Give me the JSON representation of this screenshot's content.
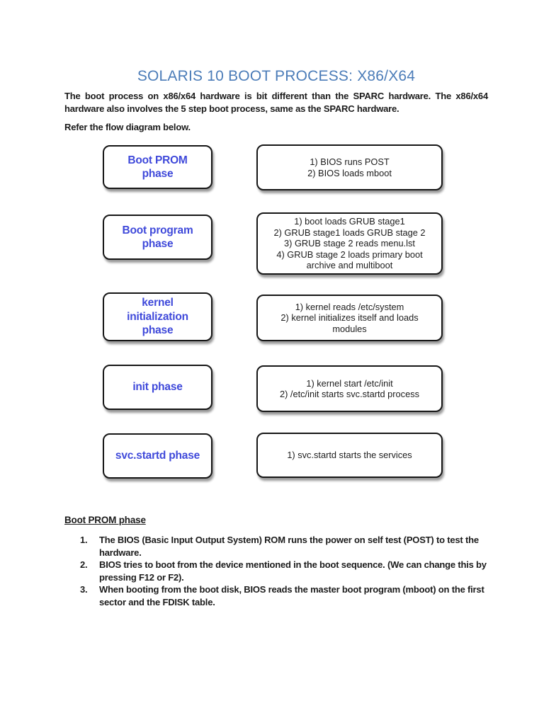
{
  "colors": {
    "title_blue": "#4b7cb8",
    "phase_blue": "#3f49da",
    "ink": "#1b1b1b"
  },
  "doc": {
    "title": "SOLARIS 10 BOOT PROCESS: X86/X64",
    "intro": "The boot process on x86/x64 hardware is bit different than the SPARC hardware. The x86/x64 hardware also involves the 5 step boot process, same as the SPARC hardware.",
    "flow_caption": "Refer the flow diagram below."
  },
  "diagram": {
    "rows": [
      {
        "phase": {
          "label": "Boot PROM phase",
          "lines": [
            "Boot PROM",
            "phase"
          ]
        },
        "steps": {
          "lines": [
            "1) BIOS runs POST",
            "2) BIOS loads mboot"
          ]
        }
      },
      {
        "phase": {
          "label": "Boot program phase",
          "lines": [
            "Boot program",
            "phase"
          ]
        },
        "steps": {
          "lines": [
            "1) boot loads GRUB stage1",
            "2) GRUB stage1 loads GRUB stage 2",
            "3) GRUB stage 2 reads menu.lst",
            "4) GRUB stage 2 loads primary boot",
            "archive and multiboot"
          ]
        }
      },
      {
        "phase": {
          "label": "kernel initialization phase",
          "lines": [
            "kernel",
            "initialization",
            "phase"
          ]
        },
        "steps": {
          "lines": [
            "1) kernel reads /etc/system",
            "2) kernel initializes itself and loads",
            "modules"
          ]
        }
      },
      {
        "phase": {
          "label": "init phase",
          "lines": [
            "init phase"
          ]
        },
        "steps": {
          "lines": [
            "1) kernel start /etc/init",
            "2) /etc/init starts svc.startd process"
          ]
        }
      },
      {
        "phase": {
          "label": "svc.startd phase",
          "lines": [
            "svc.startd phase"
          ]
        },
        "steps": {
          "lines": [
            "1) svc.startd starts the services"
          ]
        }
      }
    ]
  },
  "section": {
    "heading": "Boot PROM phase",
    "items": [
      {
        "number": "1.",
        "text": "The BIOS (Basic Input Output System) ROM runs the power on self test (POST) to test the hardware."
      },
      {
        "number": "2.",
        "text": "BIOS tries to boot from the device mentioned in the boot sequence. (We can change this by pressing F12 or F2)."
      },
      {
        "number": "3.",
        "text": "When booting from the boot disk, BIOS reads the master boot program (mboot) on the first sector and the FDISK table."
      }
    ]
  }
}
